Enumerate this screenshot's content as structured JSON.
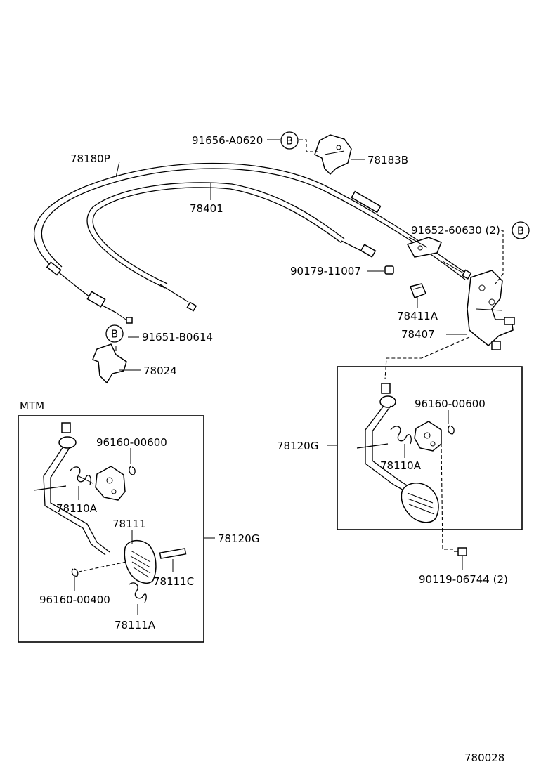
{
  "labels": {
    "p91656": "91656-A0620",
    "p78183B": "78183B",
    "p78180P": "78180P",
    "p78401": "78401",
    "p91652": "91652-60630 (2)",
    "p90179": "90179-11007",
    "p78411A": "78411A",
    "p78407": "78407",
    "p91651": "91651-B0614",
    "p78024": "78024",
    "mtm": "MTM",
    "l96160_600": "96160-00600",
    "l78110A": "78110A",
    "l78111": "78111",
    "l78120G": "78120G",
    "l78111C": "78111C",
    "l96160_400": "96160-00400",
    "l78111A": "78111A",
    "r96160_600": "96160-00600",
    "r78120G": "78120G",
    "r78110A": "78110A",
    "p90119": "90119-06744 (2)",
    "figure_code": "780028"
  },
  "callouts": {
    "b": "B"
  }
}
